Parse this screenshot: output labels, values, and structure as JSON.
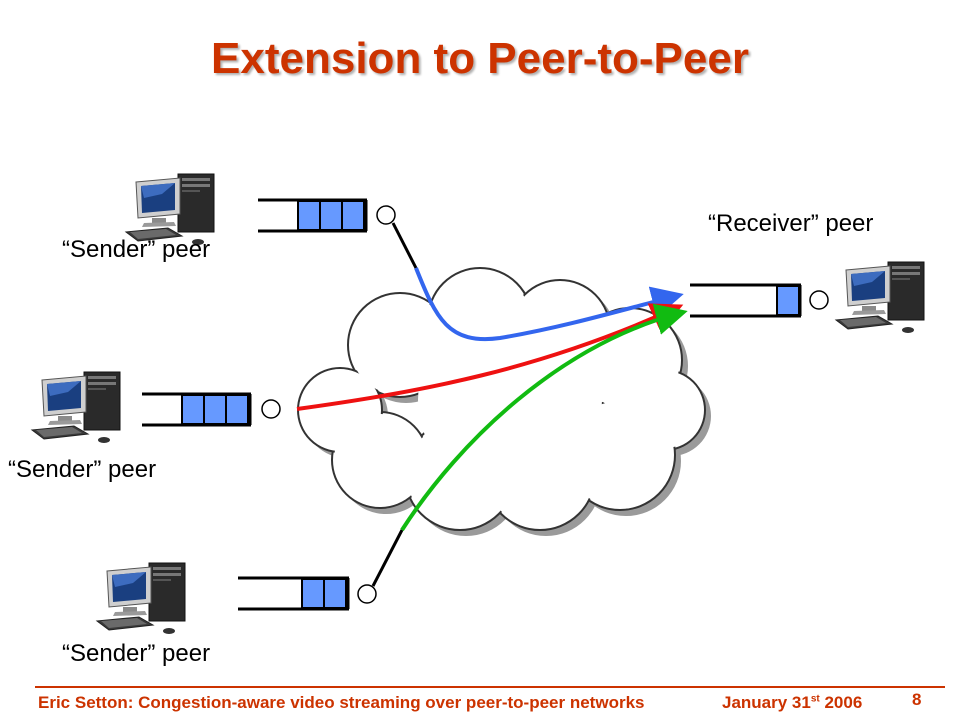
{
  "slide": {
    "title": "Extension to Peer-to-Peer",
    "page_number": "8"
  },
  "peers": {
    "sender_top_label": "“Sender” peer",
    "sender_mid_label": "“Sender” peer",
    "sender_bottom_label": "“Sender” peer",
    "receiver_label": "“Receiver” peer"
  },
  "queues": {
    "sender_top_packets": 3,
    "sender_mid_packets": 3,
    "sender_bottom_packets": 2,
    "receiver_packets": 1
  },
  "paths": [
    {
      "name": "top-sender-path",
      "color": "#3366ee"
    },
    {
      "name": "middle-sender-path",
      "color": "#ee1111"
    },
    {
      "name": "bottom-sender-path",
      "color": "#11bb11"
    }
  ],
  "colors": {
    "title": "#cc3300",
    "packet": "#6699ff",
    "cloud_fill": "#ffffff",
    "cloud_shadow": "#9a9a9a"
  },
  "footer": {
    "author_title": "Eric Setton: Congestion-aware video streaming over peer-to-peer networks",
    "date_prefix": "January 31",
    "date_sup": "st",
    "date_suffix": " 2006"
  }
}
